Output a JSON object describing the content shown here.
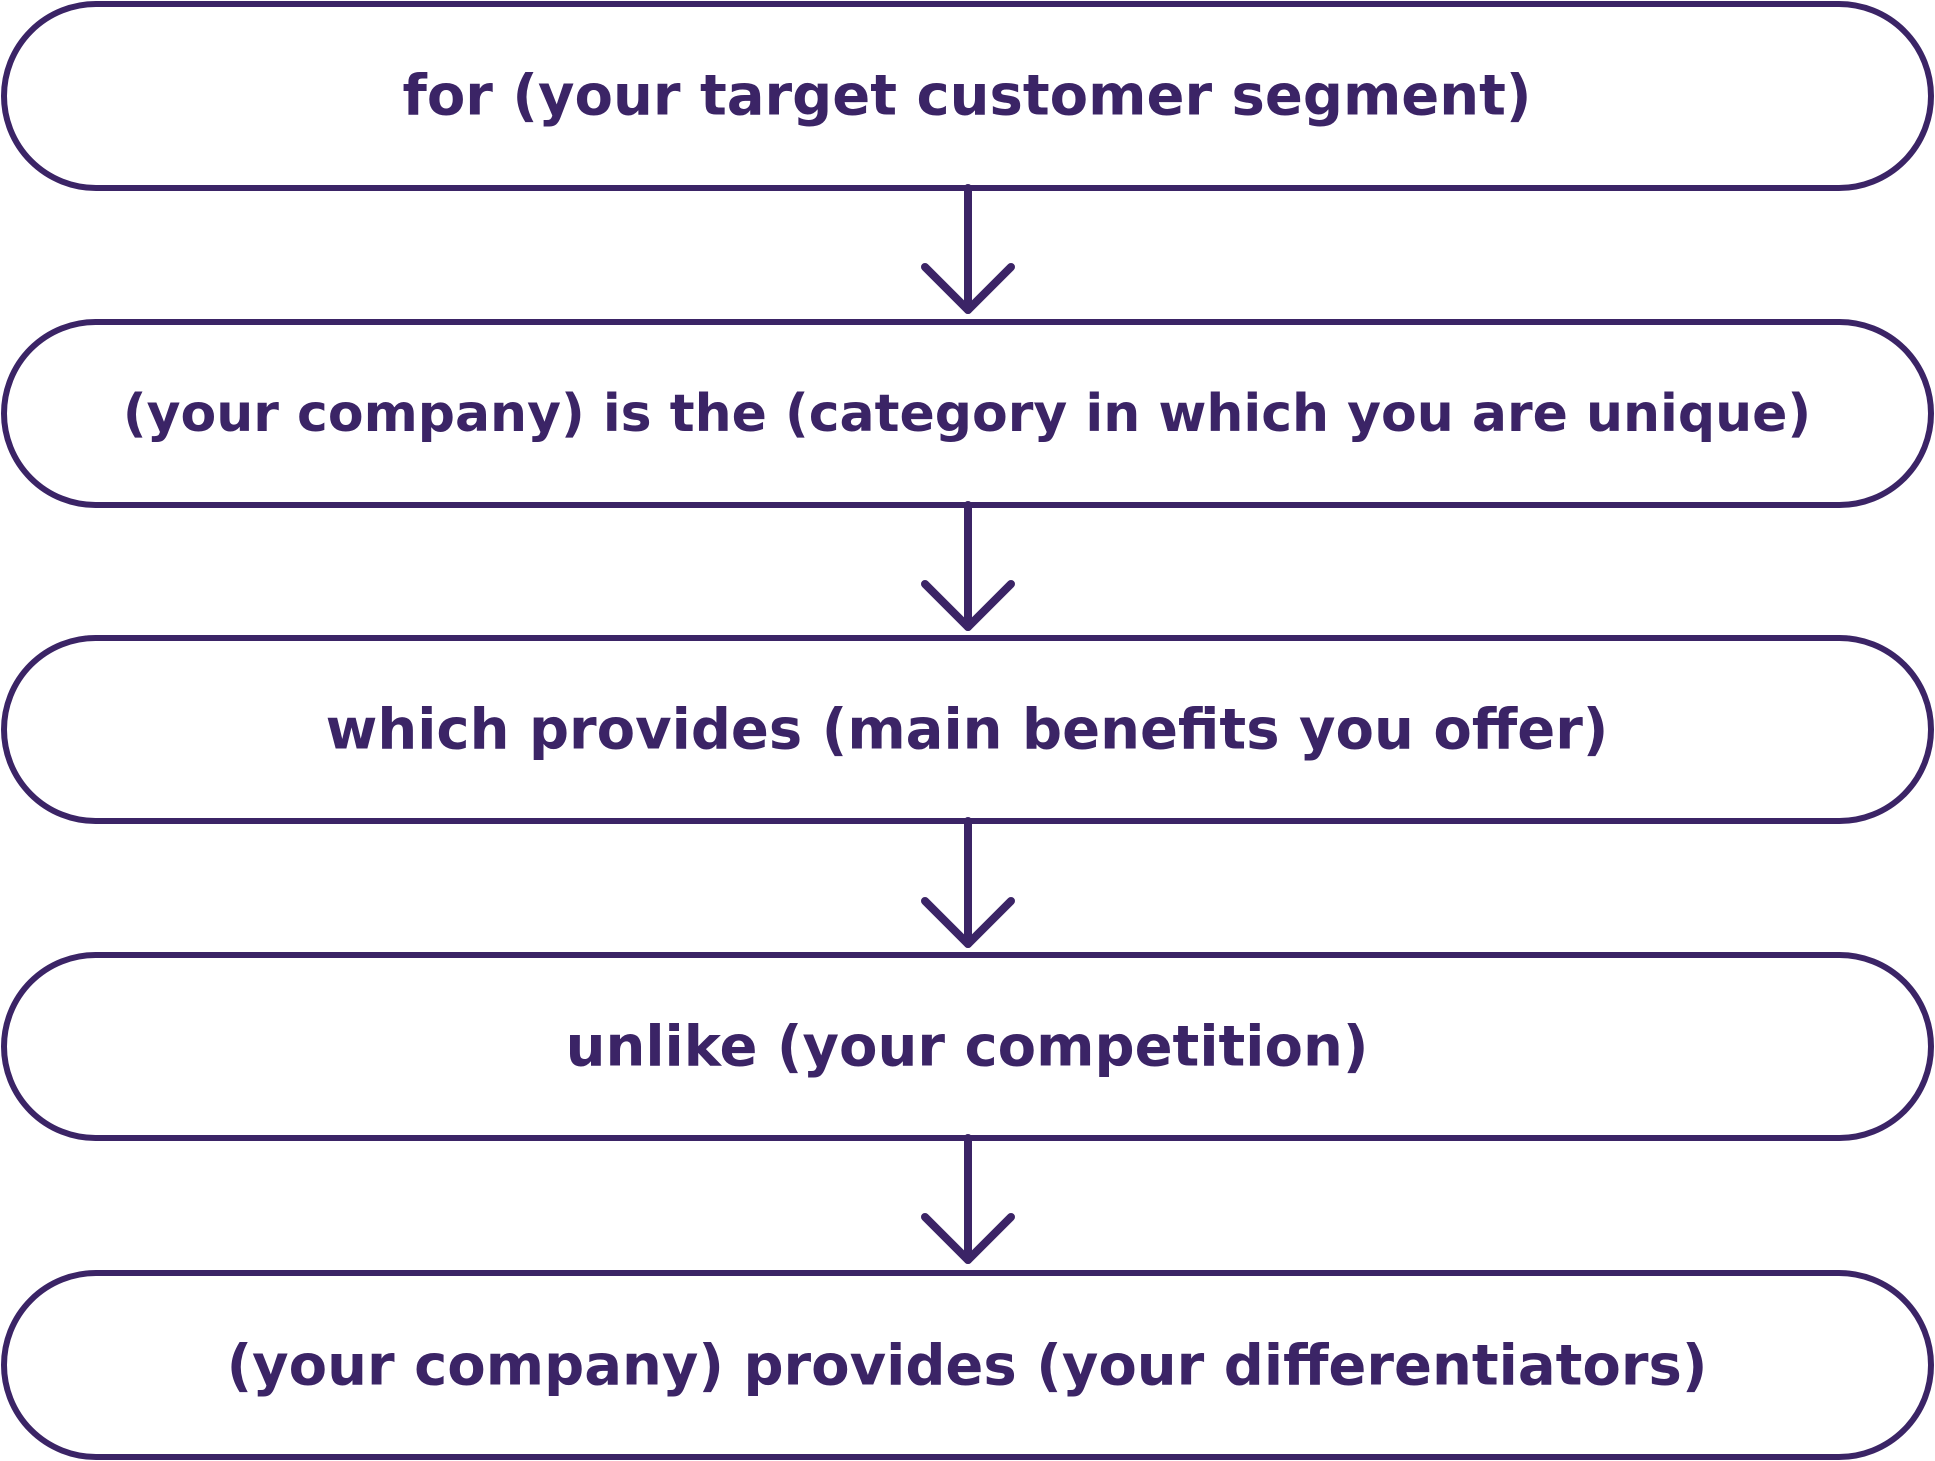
{
  "colors": {
    "stroke": "#3b2466",
    "text": "#3b2466",
    "fill": "#ffffff"
  },
  "steps": [
    {
      "label": "for (your target customer segment)"
    },
    {
      "label": "(your company) is the (category in which you are unique)"
    },
    {
      "label": "which provides (main benefits you offer)"
    },
    {
      "label": "unlike (your competition)"
    },
    {
      "label": "(your company) provides (your differentiators)"
    }
  ]
}
